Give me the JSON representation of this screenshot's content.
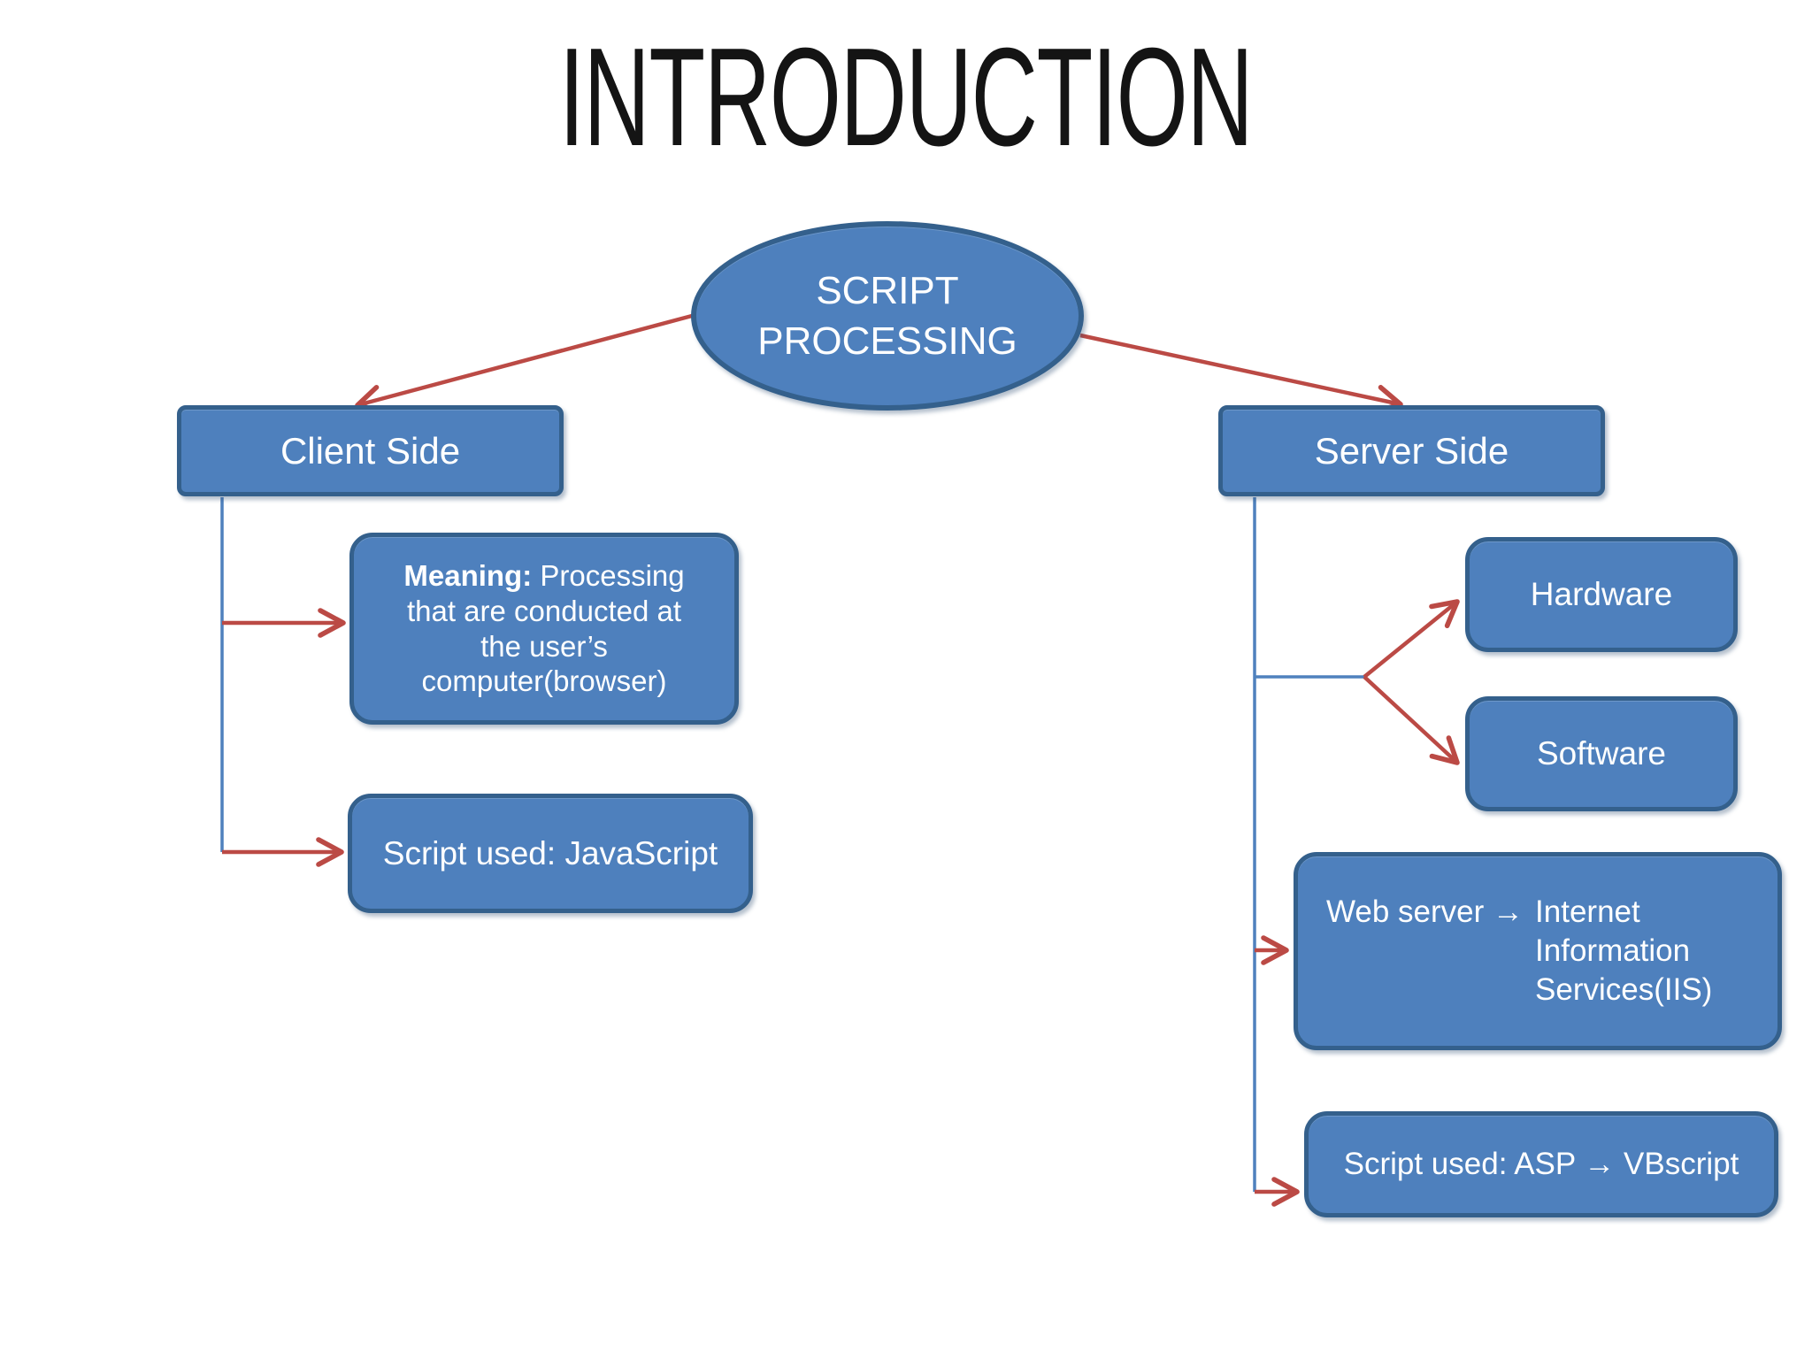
{
  "slide": {
    "title": "INTRODUCTION"
  },
  "colors": {
    "background": "#ffffff",
    "title_text": "#141414",
    "node_fill": "#4e80bd",
    "node_border": "#34608c",
    "node_text": "#ffffff",
    "connector_red": "#bb4a45",
    "connector_blue": "#4f81bd"
  },
  "diagram": {
    "root_label": "SCRIPT PROCESSING",
    "client": {
      "title": "Client Side",
      "meaning_label": "Meaning:",
      "meaning_text": " Processing that are conducted at the user’s computer(browser)",
      "script_label": "Script used: JavaScript"
    },
    "server": {
      "title": "Server Side",
      "hardware_label": "Hardware",
      "software_label": "Software",
      "webserver_prefix": "Web server →",
      "webserver_text": "Internet Information Services(IIS)",
      "script_label": "Script used: ASP → VBscript"
    }
  }
}
